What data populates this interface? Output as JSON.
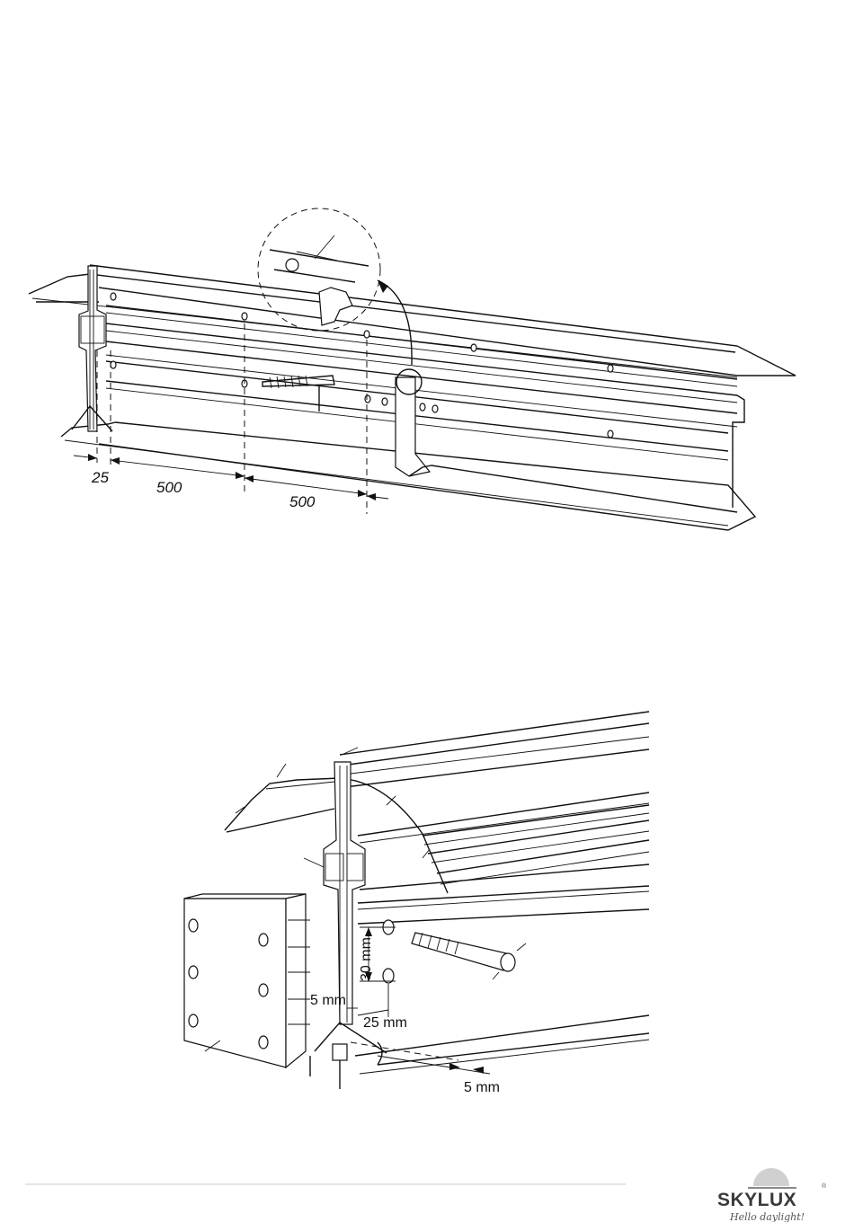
{
  "top_figure": {
    "dimensions": [
      "25",
      "500",
      "500"
    ]
  },
  "bottom_figure": {
    "dimensions": [
      "30 mm",
      "5 mm",
      "25 mm",
      "5 mm"
    ]
  },
  "footer": {
    "brand": "SKYLUX",
    "registered_mark": "®",
    "tagline": "Hello daylight!",
    "logo_icon": "sun-horizon-icon"
  },
  "colors": {
    "line": "#111111",
    "footer_rule": "#c8c8c8",
    "brand_text": "#3a3a3a"
  }
}
